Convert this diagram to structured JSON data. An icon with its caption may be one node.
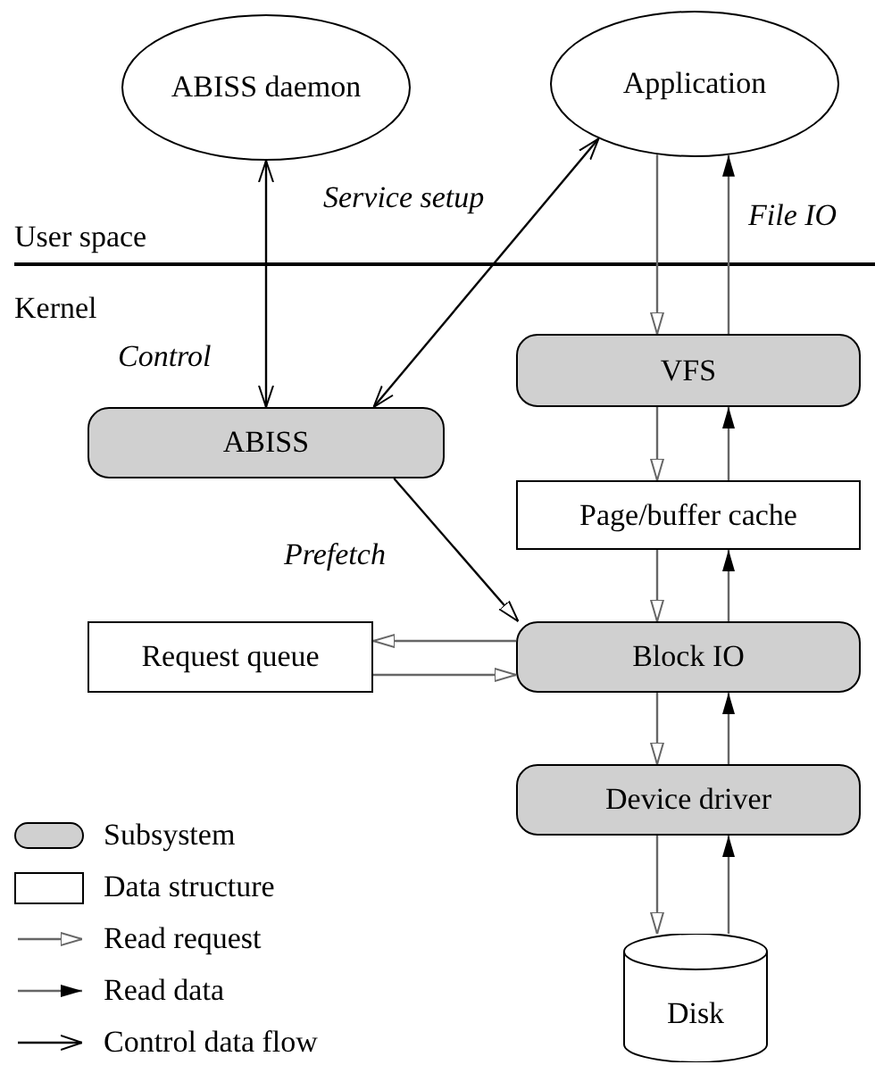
{
  "diagram": {
    "nodes": [
      {
        "text": [
          "ABISS daemon"
        ]
      },
      {
        "text": [
          "Application"
        ]
      },
      {
        "text": [
          "VFS"
        ]
      },
      {
        "text": [
          "ABISS"
        ]
      },
      {
        "text": [
          "Page/buffer cache"
        ]
      },
      {
        "text": [
          "Request queue"
        ]
      },
      {
        "text": [
          "Block IO"
        ]
      },
      {
        "text": [
          "Device driver"
        ]
      },
      {
        "text": [
          "Disk"
        ]
      }
    ],
    "edges": [
      {
        "from": 0,
        "to": 3,
        "arrow": "both",
        "label": "Control",
        "color": "#000000"
      },
      {
        "from": 1,
        "to": 3,
        "arrow": "both",
        "label": "Service setup",
        "color": "#000000"
      },
      {
        "from": 1,
        "to": 2,
        "arrow": "to"
      },
      {
        "from": 2,
        "to": 1,
        "arrow": "to",
        "label": "File IO"
      },
      {
        "from": 2,
        "to": 4,
        "arrow": "to"
      },
      {
        "from": 4,
        "to": 2,
        "arrow": "to"
      },
      {
        "from": 3,
        "to": 6,
        "arrow": "to",
        "label": "Prefetch",
        "color": "#000000"
      },
      {
        "from": 4,
        "to": 6,
        "arrow": "to"
      },
      {
        "from": 6,
        "to": 4,
        "arrow": "to"
      },
      {
        "from": 6,
        "to": 5,
        "arrow": "to"
      },
      {
        "from": 5,
        "to": 6,
        "arrow": "to"
      },
      {
        "from": 6,
        "to": 7,
        "arrow": "to"
      },
      {
        "from": 7,
        "to": 6,
        "arrow": "to"
      },
      {
        "from": 7,
        "to": 8,
        "arrow": "to"
      },
      {
        "from": 8,
        "to": 7,
        "arrow": "to"
      }
    ],
    "labels": [
      "User space",
      "Kernel"
    ],
    "legend": [
      {
        "text": "Subsystem"
      },
      {
        "text": "Data structure"
      },
      {
        "text": "Read request"
      },
      {
        "text": "Read data"
      },
      {
        "text": "Control data flow"
      }
    ]
  }
}
